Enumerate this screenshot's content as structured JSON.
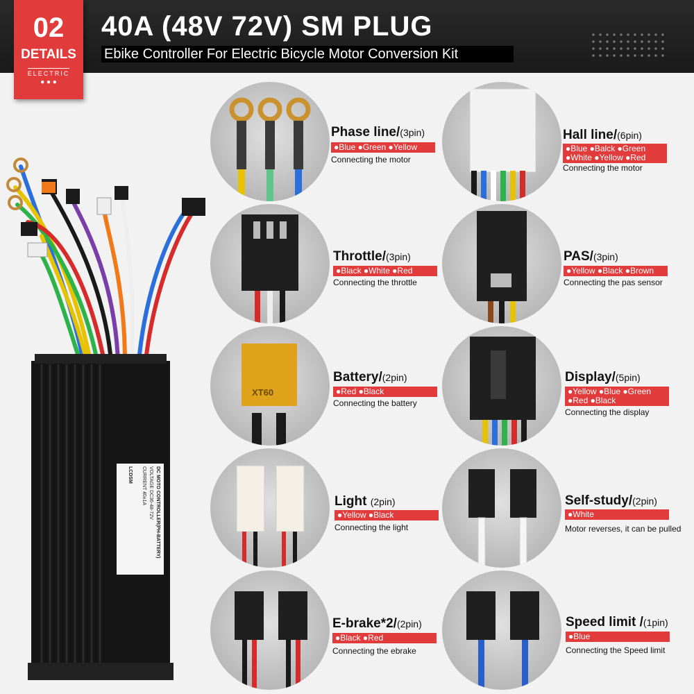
{
  "header": {
    "badge_number": "02",
    "badge_label": "DETAILS",
    "badge_sub": "ELECTRIC",
    "title": "40A (48V 72V) SM  PLUG",
    "subtitle": "Ebike Controller For Electric Bicycle Motor Conversion Kit"
  },
  "controller": {
    "label_lines": [
      "DC MOTO CONTROLLER(PH-BATTERY)",
      "VOLTAGE DC36-48-72V",
      "CURRENT 40±1A",
      "LCDSM"
    ]
  },
  "connectors": [
    {
      "name": "Phase line/",
      "pin": "(3pin)",
      "colors": "●Blue ●Green ●Yellow",
      "desc": "Connecting the motor"
    },
    {
      "name": "Hall line/",
      "pin": "(6pin)",
      "colors": "●Blue ●Balck ●Green ●White ●Yellow ●Red",
      "desc": "Connecting the motor"
    },
    {
      "name": "Throttle/",
      "pin": "(3pin)",
      "colors": "●Black ●White ●Red",
      "desc": "Connecting the throttle"
    },
    {
      "name": "PAS/",
      "pin": "(3pin)",
      "colors": "●Yellow ●Black ●Brown",
      "desc": "Connecting the pas sensor"
    },
    {
      "name": "Battery/",
      "pin": "(2pin)",
      "colors": "●Red ●Black",
      "desc": "Connecting the battery"
    },
    {
      "name": "Display/",
      "pin": "(5pin)",
      "colors": "●Yellow ●Blue ●Green ●Red ●Black",
      "desc": "Connecting the display"
    },
    {
      "name": "Light",
      "pin": "(2pin)",
      "colors": "●Yellow ●Black",
      "desc": "Connecting the light"
    },
    {
      "name": "Self-study/",
      "pin": "(2pin)",
      "colors": "●White",
      "desc": "Motor reverses, it can be pulled"
    },
    {
      "name": "E-brake*2/",
      "pin": "(2pin)",
      "colors": "●Black ●Red",
      "desc": "Connecting the ebrake"
    },
    {
      "name": "Speed limit /",
      "pin": "(1pin)",
      "colors": "●Blue",
      "desc": "Connecting the Speed limit"
    }
  ],
  "xt60_label": "XT60",
  "colors": {
    "accent": "#e23b3b",
    "header": "#1f1f1f"
  }
}
